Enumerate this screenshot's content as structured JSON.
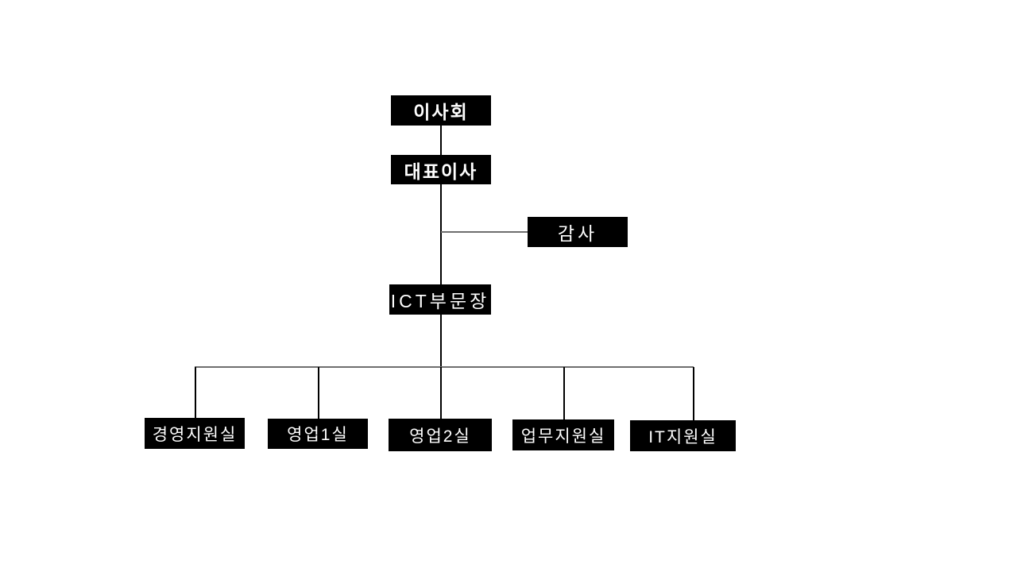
{
  "org_chart": {
    "title": "organization-chart",
    "nodes": {
      "board": {
        "label": "이사회",
        "level": 1
      },
      "ceo": {
        "label": "대표이사",
        "level": 2
      },
      "auditor": {
        "label": "감사",
        "level": 2
      },
      "ict_head": {
        "label": "ICT부문장",
        "level": 3
      },
      "dept1": {
        "label": "경영지원실",
        "level": 4
      },
      "dept2": {
        "label": "영업1실",
        "level": 4
      },
      "dept3": {
        "label": "영업2실",
        "level": 4
      },
      "dept4": {
        "label": "업무지원실",
        "level": 4
      },
      "dept5": {
        "label": "IT지원실",
        "level": 4
      }
    },
    "hierarchy": [
      {
        "from": "board",
        "to": "ceo"
      },
      {
        "from": "ceo",
        "to": "ict_head"
      },
      {
        "from": "ceo",
        "to": "auditor",
        "type": "side-branch"
      },
      {
        "from": "ict_head",
        "to": "dept1"
      },
      {
        "from": "ict_head",
        "to": "dept2"
      },
      {
        "from": "ict_head",
        "to": "dept3"
      },
      {
        "from": "ict_head",
        "to": "dept4"
      },
      {
        "from": "ict_head",
        "to": "dept5"
      }
    ],
    "colors": {
      "background": "#ffffff",
      "box_fill": "#000000",
      "box_text": "#ffffff",
      "vertical_line": "#000000",
      "horizontal_line": "#6e6e6e"
    }
  }
}
